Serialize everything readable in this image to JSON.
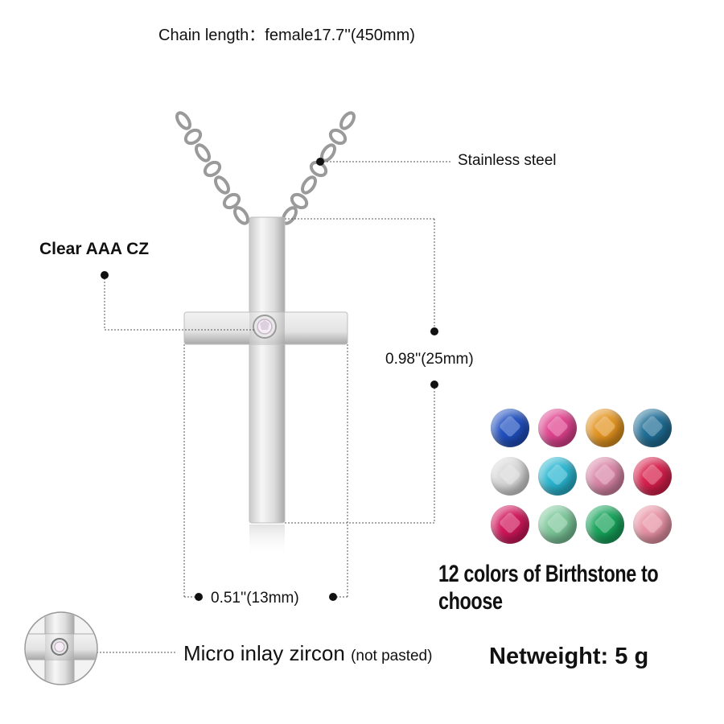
{
  "texts": {
    "chain_length": "Chain length：female17.7''(450mm)",
    "stainless": "Stainless steel",
    "clear_cz": "Clear AAA CZ",
    "height_dim": "0.98''(25mm)",
    "width_dim": "0.51''(13mm)",
    "birthstone_caption": "12 colors of Birthstone to choose",
    "micro_inlay": "Micro inlay zircon",
    "micro_inlay_note": "(not pasted)",
    "netweight": "Netweight: 5 g"
  },
  "birthstones": [
    {
      "color": "#1f4fbf"
    },
    {
      "color": "#e0438f"
    },
    {
      "color": "#e39420"
    },
    {
      "color": "#1f6e96"
    },
    {
      "color": "#d8d8d8"
    },
    {
      "color": "#29b6d0"
    },
    {
      "color": "#d986a6"
    },
    {
      "color": "#d71f4b"
    },
    {
      "color": "#d0165a"
    },
    {
      "color": "#7cc79a"
    },
    {
      "color": "#17a35a"
    },
    {
      "color": "#e893a4"
    }
  ]
}
